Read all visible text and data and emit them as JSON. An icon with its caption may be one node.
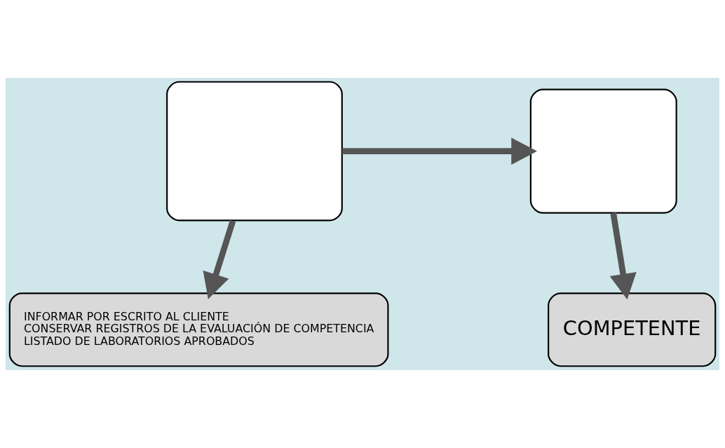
{
  "diagram": {
    "nodes": [
      {
        "text": [],
        "shape": "box"
      },
      {
        "text": [],
        "shape": "box"
      },
      {
        "text": [
          "INFORMAR POR ESCRITO AL CLIENTE",
          "CONSERVAR REGISTROS DE LA EVALUACIÓN DE COMPETENCIA",
          "LISTADO DE LABORATORIOS APROBADOS"
        ]
      },
      {
        "text": [
          "COMPETENTE"
        ]
      }
    ],
    "edges": [
      {
        "from": 0,
        "to": 1,
        "arrow": "to"
      },
      {
        "from": 1,
        "to": 3,
        "arrow": "to"
      },
      {
        "from": 0,
        "to": 2,
        "arrow": "to"
      }
    ]
  }
}
